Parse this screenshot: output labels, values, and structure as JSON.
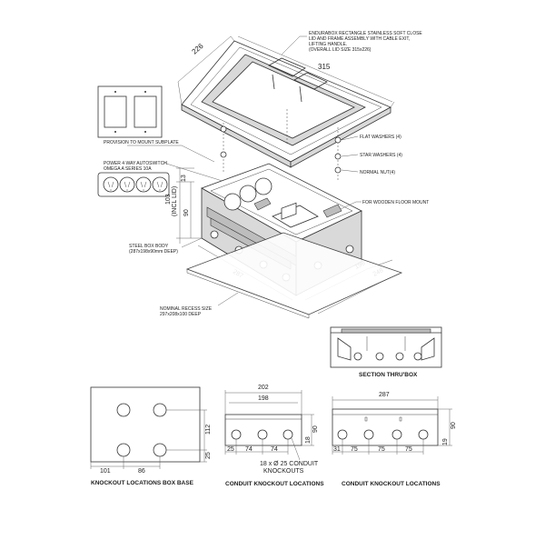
{
  "callouts": {
    "lid": [
      "ENDURABOX RECTANGLE STAINLESS SOFT CLOSE",
      "LID AND FRAME ASSEMBLY WITH CABLE EXIT,",
      "LIFTING HANDLE.",
      "(OVERALL LID SIZE 315x226)"
    ],
    "subplate": "PROVISION TO MOUNT SUBPLATE",
    "autoswitch": [
      "POWER 4 WAY AUTOSWITCH",
      "OMEGA A SERIES 10A"
    ],
    "flat_washers": "FLAT WASHERS (4)",
    "star_washers": "STAR WASHERS (4)",
    "normal_nut": "NORMAL NUT(4)",
    "wooden_floor": "FOR WOODEN FLOOR MOUNT",
    "steel_box": [
      "STEEL BOX BODY",
      "(287x198x90mm DEEP)"
    ],
    "recess": [
      "NOMINAL RECESS SIZE",
      "297x208x100 DEEP"
    ]
  },
  "iso_dims": {
    "lid_depth": "226",
    "lid_width": "315",
    "h13": "13",
    "h103": "103",
    "incl_lid": "(INCL LID)",
    "h90": "90",
    "w287": "287",
    "d198": "198",
    "d248": "248"
  },
  "section": {
    "title": "SECTION THRU'BOX"
  },
  "base": {
    "title": "KNOCKOUT LOCATIONS BOX BASE",
    "d112": "112",
    "d25": "25",
    "d101": "101",
    "d86": "86"
  },
  "conduit_end": {
    "title": "CONDUIT KNOCKOUT LOCATIONS",
    "w202": "202",
    "w198": "198",
    "h90": "90",
    "h18": "18",
    "d25": "25",
    "d74a": "74",
    "d74b": "74",
    "note": [
      "18 x Ø 25 CONDUIT",
      "KNOCKOUTS"
    ]
  },
  "conduit_side": {
    "title": "CONDUIT KNOCKOUT LOCATIONS",
    "w287": "287",
    "d31": "31",
    "d75a": "75",
    "d75b": "75",
    "d75c": "75",
    "h90": "90",
    "h19": "19"
  }
}
